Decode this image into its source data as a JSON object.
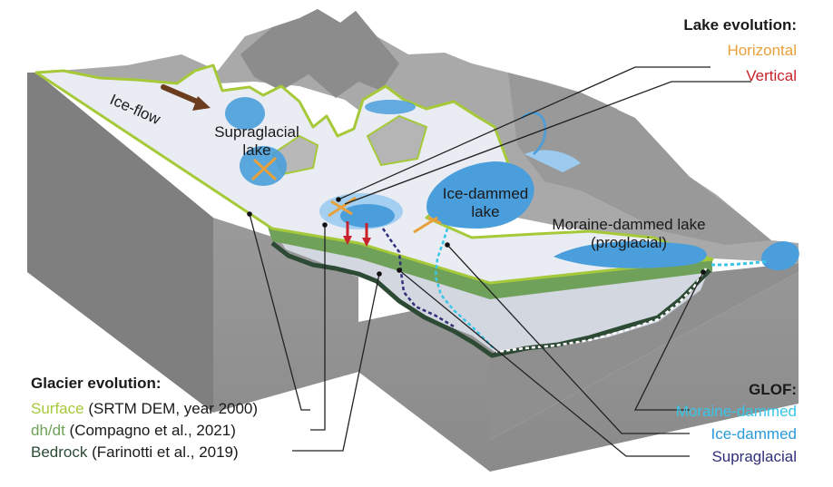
{
  "lake_evolution": {
    "heading": "Lake evolution:",
    "horizontal": "Horizontal",
    "vertical": "Vertical"
  },
  "labels": {
    "ice_flow": "Ice-flow",
    "supraglacial_lake": "Supraglacial lake",
    "ice_dammed_lake": "Ice-dammed lake",
    "moraine_dammed_lake": "Moraine-dammed lake (proglacial)"
  },
  "glacier_evolution": {
    "heading": "Glacier evolution:",
    "surface_term": "Surface",
    "surface_source": " (SRTM DEM, year 2000)",
    "dhdt_term": "dh/dt",
    "dhdt_source": " (Compagno et al., 2021)",
    "bedrock_term": "Bedrock",
    "bedrock_source": " (Farinotti et al., 2019)"
  },
  "glof": {
    "heading": "GLOF:",
    "moraine_dammed": "Moraine-dammed",
    "ice_dammed": "Ice-dammed",
    "supraglacial": "Supraglacial"
  },
  "colors": {
    "surface_line": "#a6c93a",
    "dhdt_band": "#6fa15a",
    "bedrock_line": "#2d4a35",
    "horizontal_arrow": "#e8a13a",
    "vertical_arrow": "#c8232c",
    "moraine_glof": "#39c6e8",
    "ice_dammed_glof": "#2a9ad8",
    "supraglacial_glof": "#2f2f7a",
    "lake_blue": "#4a9edb",
    "ice_flow_arrow": "#6b3d1e"
  }
}
